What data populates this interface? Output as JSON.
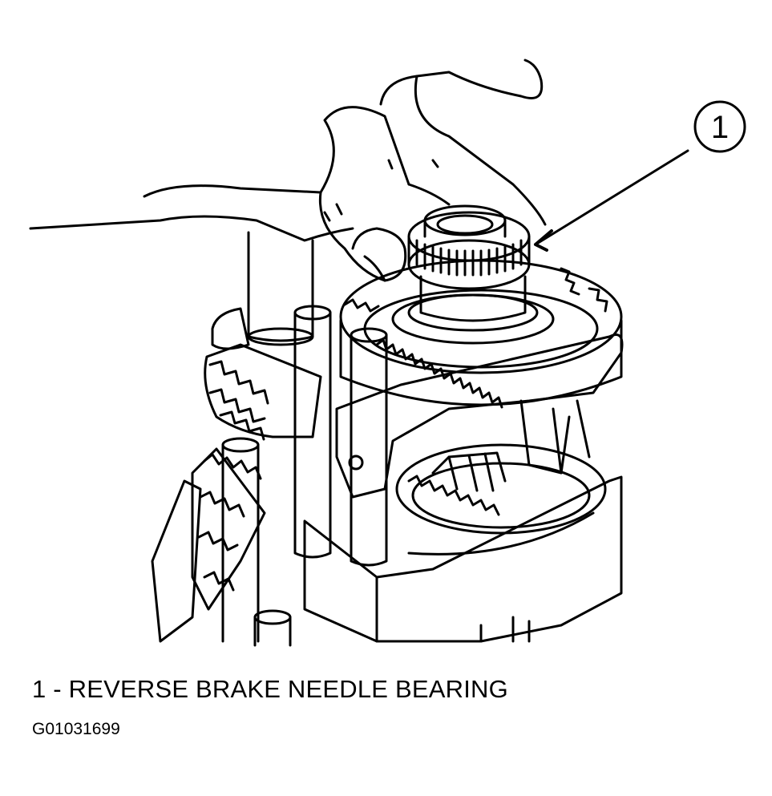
{
  "callout": {
    "number": "1"
  },
  "legend": {
    "items": [
      {
        "number": "1",
        "separator": "-",
        "label": "REVERSE BRAKE NEEDLE BEARING"
      }
    ]
  },
  "figure_id": "G01031699",
  "colors": {
    "ink": "#000000",
    "paper": "#ffffff"
  }
}
